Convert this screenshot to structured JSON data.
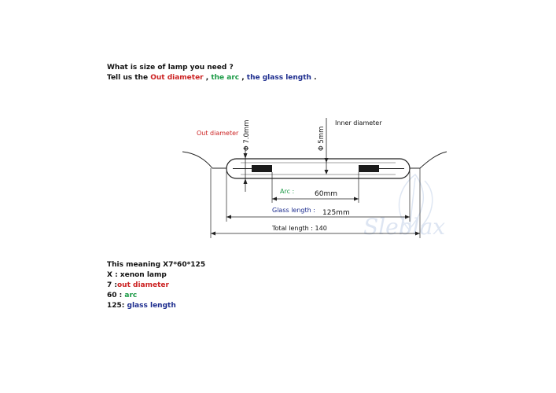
{
  "intro": {
    "question": "What is size of lamp you need ?",
    "tell_prefix": "Tell us the ",
    "out_diameter": "Out diameter",
    "comma1": " , ",
    "the_arc": "the arc",
    "comma2": " , ",
    "glass_length": "the glass length",
    "period": " ."
  },
  "diagram": {
    "out_diameter_label": "Out diameter",
    "inner_diameter_label": "Inner diameter",
    "out_diameter_value": "Φ 7.0mm",
    "inner_diameter_value": "Φ 5mm",
    "arc_label": "Arc :",
    "arc_value": "60mm",
    "glass_length_label": "Glass length :",
    "glass_length_value": "125mm",
    "total_length_label": "Total length : 140",
    "watermark": "Sleblax"
  },
  "legend": {
    "meaning": "This meaning X7*60*125",
    "x_line": "X : xenon lamp",
    "seven_prefix": "7 :",
    "seven_label": "out diameter",
    "sixty_prefix": "60 : ",
    "sixty_label": "arc",
    "onetwofive_prefix": "125: ",
    "onetwofive_label": "glass length"
  },
  "colors": {
    "red": "#cc2222",
    "green": "#1a9a45",
    "blue": "#1c2c8e"
  }
}
